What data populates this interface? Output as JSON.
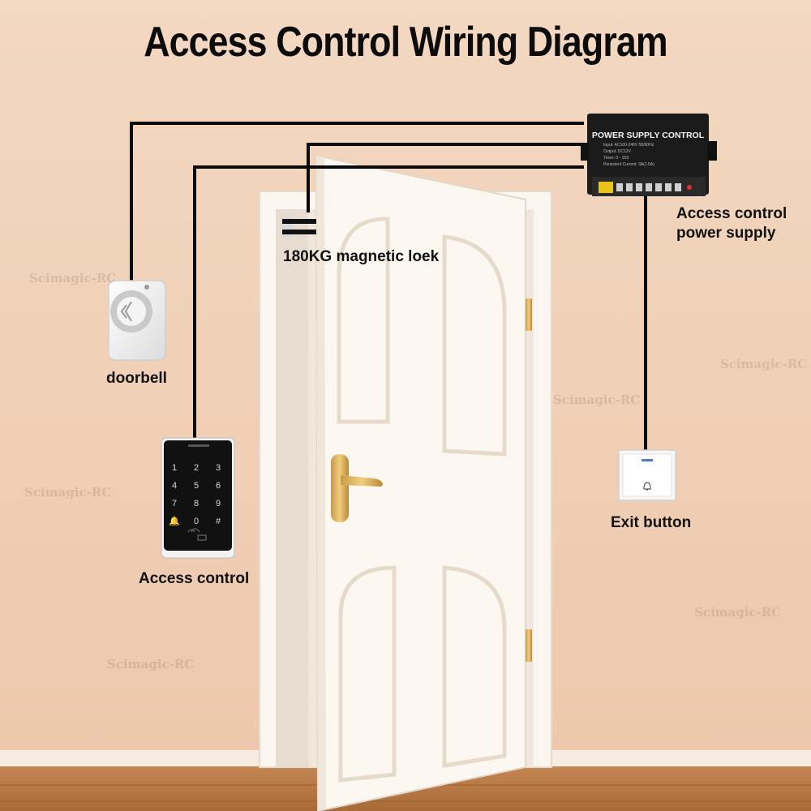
{
  "title": "Access Control Wiring Diagram",
  "labels": {
    "magnetic_lock": "180KG magnetic loek",
    "power_supply_line1": "Access control",
    "power_supply_line2": "power supply",
    "doorbell": "doorbell",
    "access_control": "Access control",
    "exit_button": "Exit button"
  },
  "power_supply_panel": {
    "heading": "POWER SUPPLY CONTROL",
    "spec_input": "Input: AC100-240V 50/60Hz",
    "spec_output": "Output: DC12V",
    "spec_timer": "Timer: 0 - 15S",
    "spec_persistent": "Persistent Current: 3A(1.5A)"
  },
  "keypad": {
    "keys": [
      "1",
      "2",
      "3",
      "4",
      "5",
      "6",
      "7",
      "8",
      "9",
      "🔔",
      "0",
      "#"
    ]
  },
  "watermark": "Scimagic-RC",
  "colors": {
    "wall": "#f0d0b6",
    "wire": "#0a0a0a",
    "door": "#fbf6ee",
    "floor": "#b97b45"
  }
}
